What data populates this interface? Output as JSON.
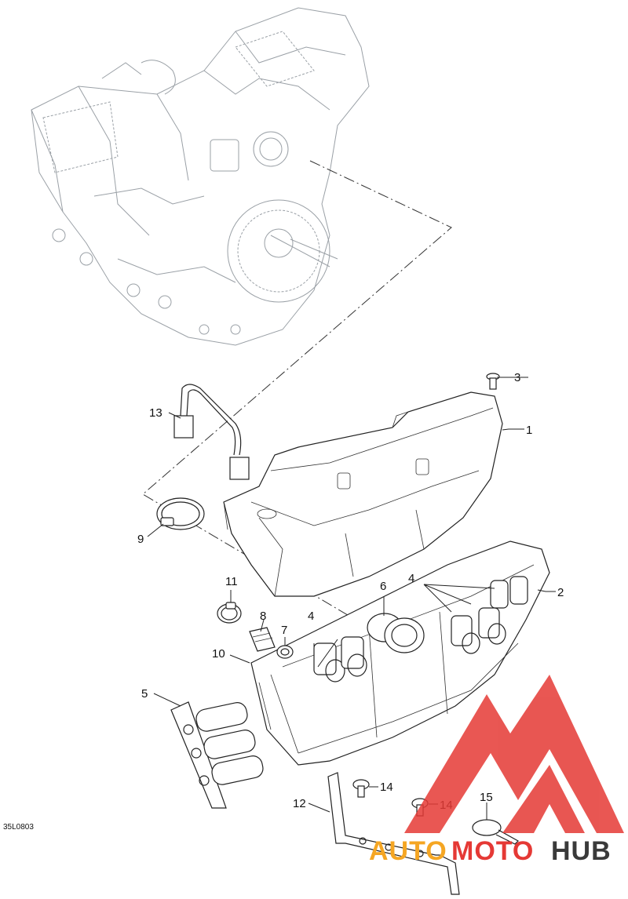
{
  "diagram": {
    "drawing_code": "35L0803",
    "callouts": [
      {
        "id": "c1",
        "label": "1"
      },
      {
        "id": "c2",
        "label": "2"
      },
      {
        "id": "c3",
        "label": "3"
      },
      {
        "id": "c4a",
        "label": "4"
      },
      {
        "id": "c4b",
        "label": "4"
      },
      {
        "id": "c5",
        "label": "5"
      },
      {
        "id": "c6",
        "label": "6"
      },
      {
        "id": "c7",
        "label": "7"
      },
      {
        "id": "c8",
        "label": "8"
      },
      {
        "id": "c9",
        "label": "9"
      },
      {
        "id": "c10",
        "label": "10"
      },
      {
        "id": "c11",
        "label": "11"
      },
      {
        "id": "c12",
        "label": "12"
      },
      {
        "id": "c13",
        "label": "13"
      },
      {
        "id": "c14a",
        "label": "14"
      },
      {
        "id": "c14b",
        "label": "14"
      },
      {
        "id": "c15",
        "label": "15"
      }
    ]
  },
  "watermark": {
    "word_auto": "AUTO",
    "word_moto": "MOTO",
    "word_hub": "HUB",
    "colors": {
      "red": "#e53935",
      "orange": "#f5a623",
      "dark": "#3a3a3a"
    }
  }
}
